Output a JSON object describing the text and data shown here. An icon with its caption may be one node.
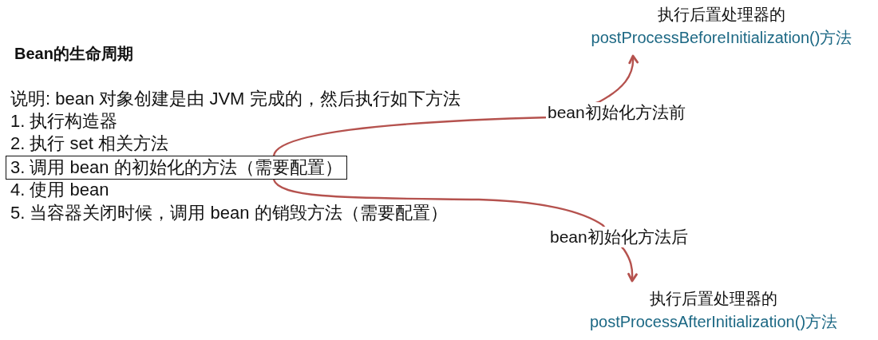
{
  "diagram": {
    "title": "Bean的生命周期",
    "nodes": [
      {
        "text": [
          "执行后置处理器的",
          "postProcessBeforeInitialization()方法"
        ]
      },
      {
        "text": [
          "3. 调用 bean 的初始化的方法（需要配置）"
        ]
      },
      {
        "text": [
          "执行后置处理器的",
          "postProcessAfterInitialization()方法"
        ]
      }
    ],
    "edges": [
      {
        "from": 1,
        "to": 0,
        "arrow": "to",
        "label": "bean初始化方法前"
      },
      {
        "from": 1,
        "to": 2,
        "arrow": "to",
        "label": "bean初始化方法后"
      }
    ],
    "labels": [
      "说明: bean 对象创建是由 JVM 完成的，然后执行如下方法",
      "1. 执行构造器",
      "2. 执行 set 相关方法",
      "4. 使用 bean",
      "5. 当容器关闭时候，调用 bean 的销毁方法（需要配置）"
    ]
  }
}
